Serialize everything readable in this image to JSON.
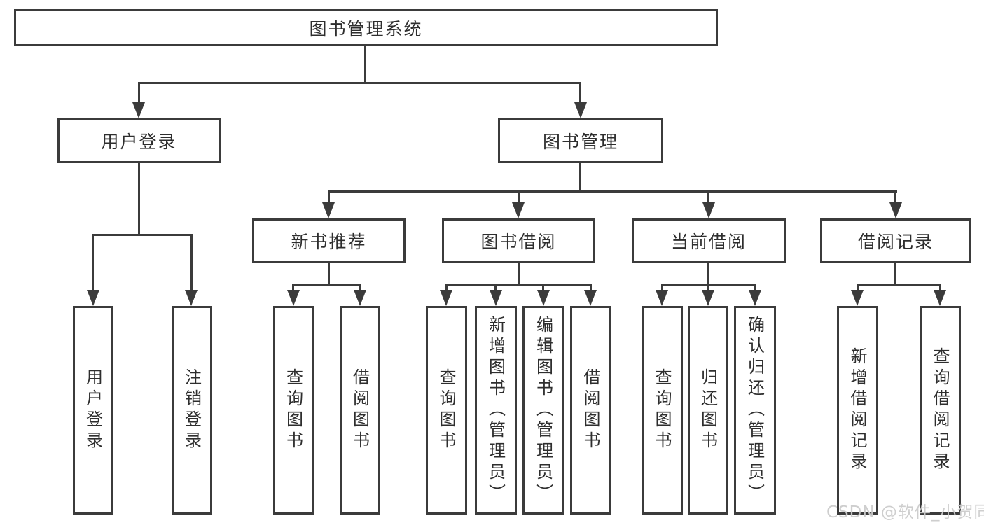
{
  "tree": {
    "root": {
      "label": "图书管理系统",
      "children": [
        {
          "label": "用户登录",
          "children": [
            {
              "label": "用户登录"
            },
            {
              "label": "注销登录"
            }
          ]
        },
        {
          "label": "图书管理",
          "children": [
            {
              "label": "新书推荐",
              "children": [
                {
                  "label": "查询图书"
                },
                {
                  "label": "借阅图书"
                }
              ]
            },
            {
              "label": "图书借阅",
              "children": [
                {
                  "label": "查询图书"
                },
                {
                  "label": "新增图书（管理员）"
                },
                {
                  "label": "编辑图书（管理员）"
                },
                {
                  "label": "借阅图书"
                }
              ]
            },
            {
              "label": "当前借阅",
              "children": [
                {
                  "label": "查询图书"
                },
                {
                  "label": "归还图书"
                },
                {
                  "label": "确认归还（管理员）"
                }
              ]
            },
            {
              "label": "借阅记录",
              "children": [
                {
                  "label": "新增借阅记录"
                },
                {
                  "label": "查询借阅记录"
                }
              ]
            }
          ]
        }
      ]
    }
  },
  "watermark": {
    "text": "CSDN @软件_小贺同学"
  },
  "colors": {
    "line": "#3b3b3b",
    "text": "#2e2e2e",
    "box_fill": "#ffffff",
    "watermark": "#cbcbcb"
  }
}
